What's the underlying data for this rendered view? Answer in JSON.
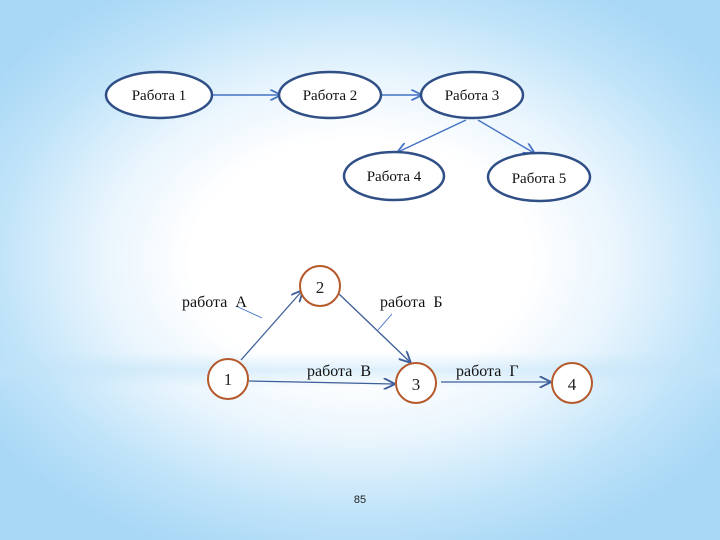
{
  "top_diagram": {
    "nodes": [
      "Работа 1",
      "Работа 2",
      "Работа 3",
      "Работа 4",
      "Работа 5"
    ]
  },
  "network_diagram": {
    "nodes": [
      "1",
      "2",
      "3",
      "4"
    ],
    "edges": [
      "работа  А",
      "работа  Б",
      "работа  В",
      "работа  Г"
    ]
  },
  "page_number": "85",
  "colors": {
    "ellipse_stroke": "#2f4f86",
    "arrow": "#4472c4",
    "circle_stroke": "#b5592a"
  }
}
